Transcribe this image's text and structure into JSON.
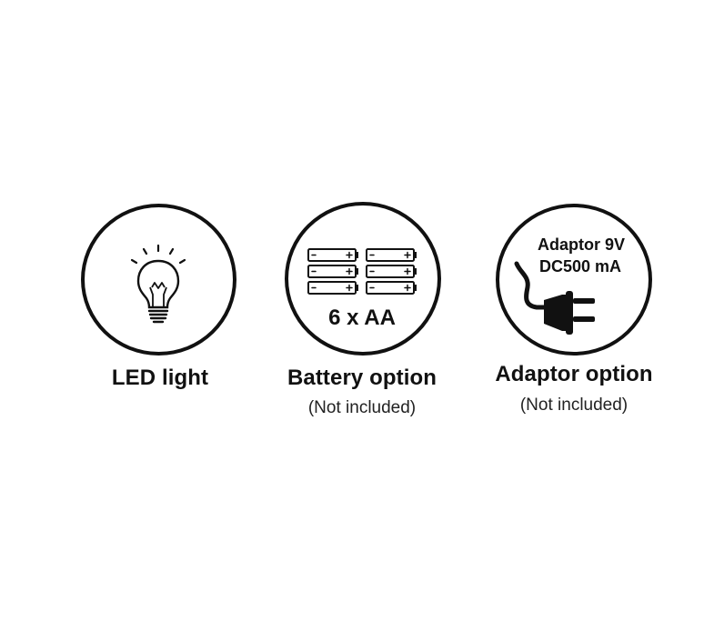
{
  "features": [
    {
      "icon": "light-bulb-icon",
      "label": "LED light"
    },
    {
      "icon": "aa-batteries-icon",
      "label": "Battery option",
      "circle_text": "6 x AA",
      "note": "(Not included)"
    },
    {
      "icon": "power-plug-icon",
      "label": "Adaptor option",
      "circle_text_line1": "Adaptor 9V",
      "circle_text_line2": "DC500 mA",
      "note": "(Not included)"
    }
  ],
  "colors": {
    "ink": "#111111",
    "background": "#ffffff"
  }
}
